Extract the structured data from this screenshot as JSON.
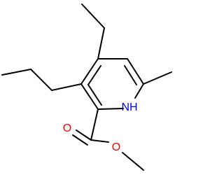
{
  "molecule": {
    "atom_labels": {
      "nh": "NH",
      "carbonyl_o": "O",
      "ester_o": "O"
    },
    "colors": {
      "bond": "#000000",
      "nitrogen": "#0000ff",
      "oxygen": "#ff0000",
      "background": "#ffffff"
    }
  }
}
